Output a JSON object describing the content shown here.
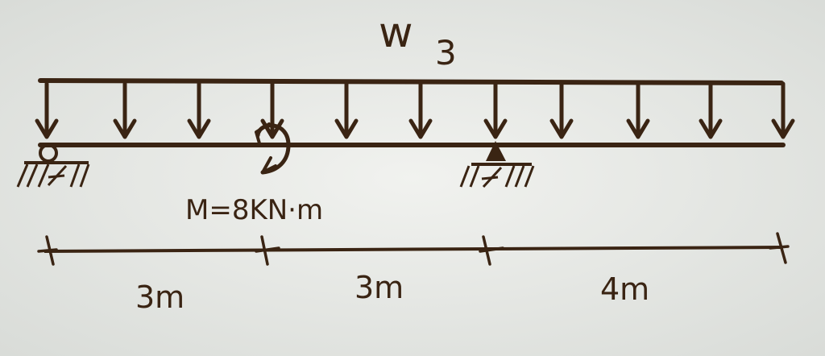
{
  "diagram": {
    "load_label": "w",
    "load_subscript": "3",
    "moment_label": "M=8KN·m",
    "span_labels": [
      "3m",
      "3m",
      "4m"
    ],
    "colors": {
      "ink": "#3a2413",
      "paper": "#e9ebe8"
    },
    "supports": [
      "pin-roller-left",
      "pin-at-6m"
    ],
    "icons": [
      "distributed-load-arrows",
      "moment-arrow",
      "hatch-ground"
    ]
  }
}
